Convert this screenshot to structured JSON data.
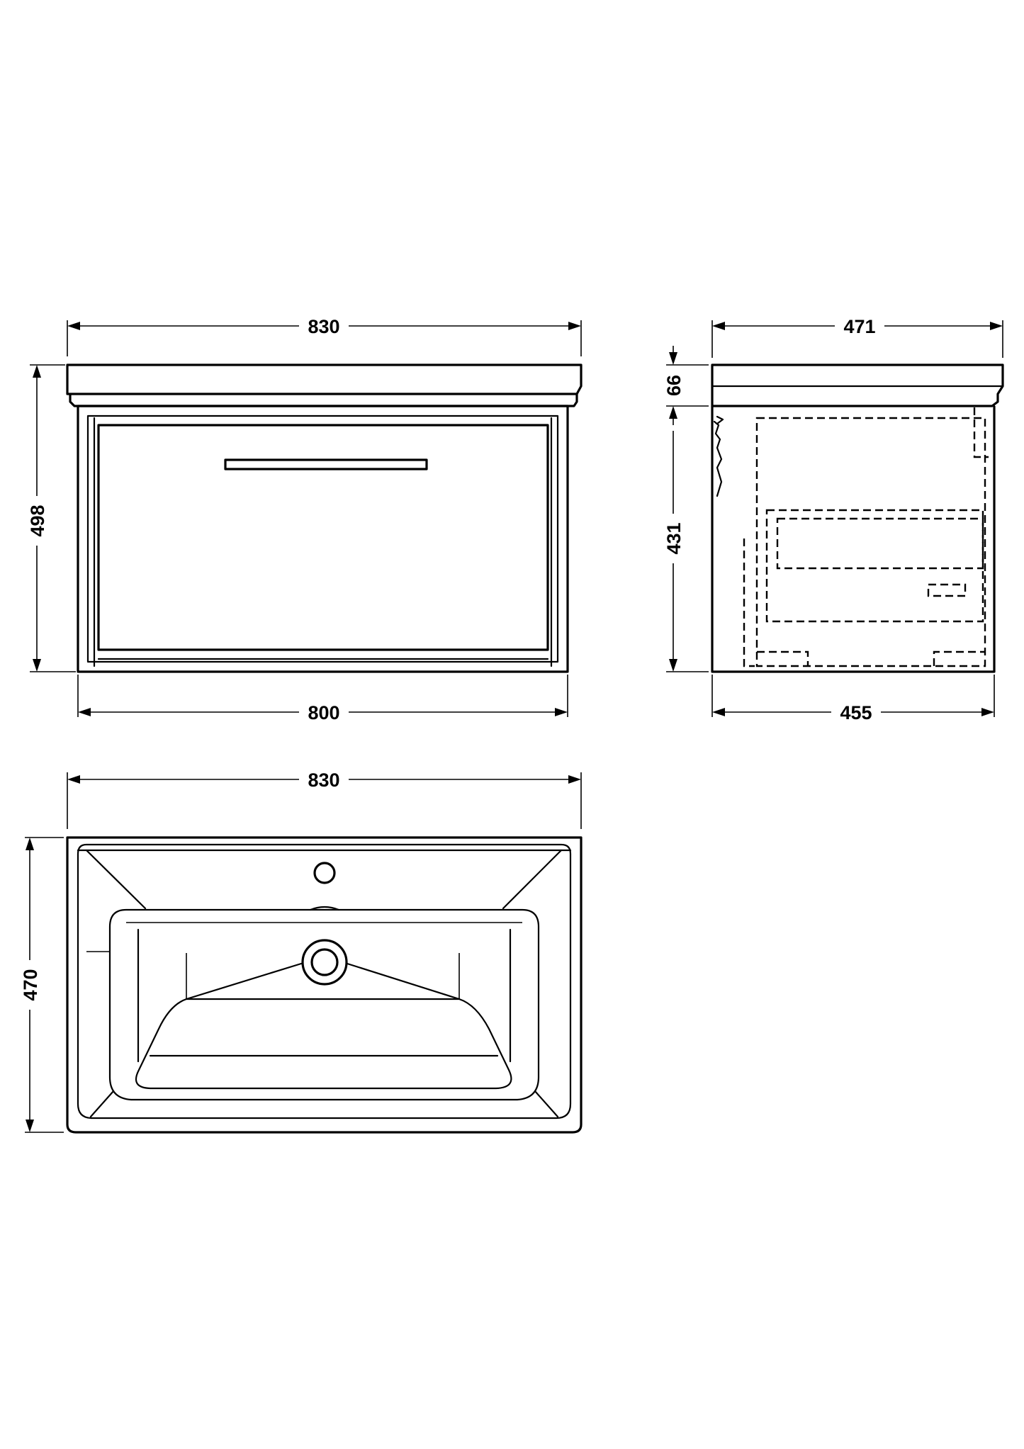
{
  "dimensions": {
    "front_top_width": "830",
    "front_height": "498",
    "front_body_width": "800",
    "side_top_depth": "471",
    "side_basin_height": "66",
    "side_body_height": "431",
    "side_body_depth": "455",
    "plan_width": "830",
    "plan_depth": "470"
  },
  "colors": {
    "line": "#000000",
    "background": "#ffffff"
  }
}
